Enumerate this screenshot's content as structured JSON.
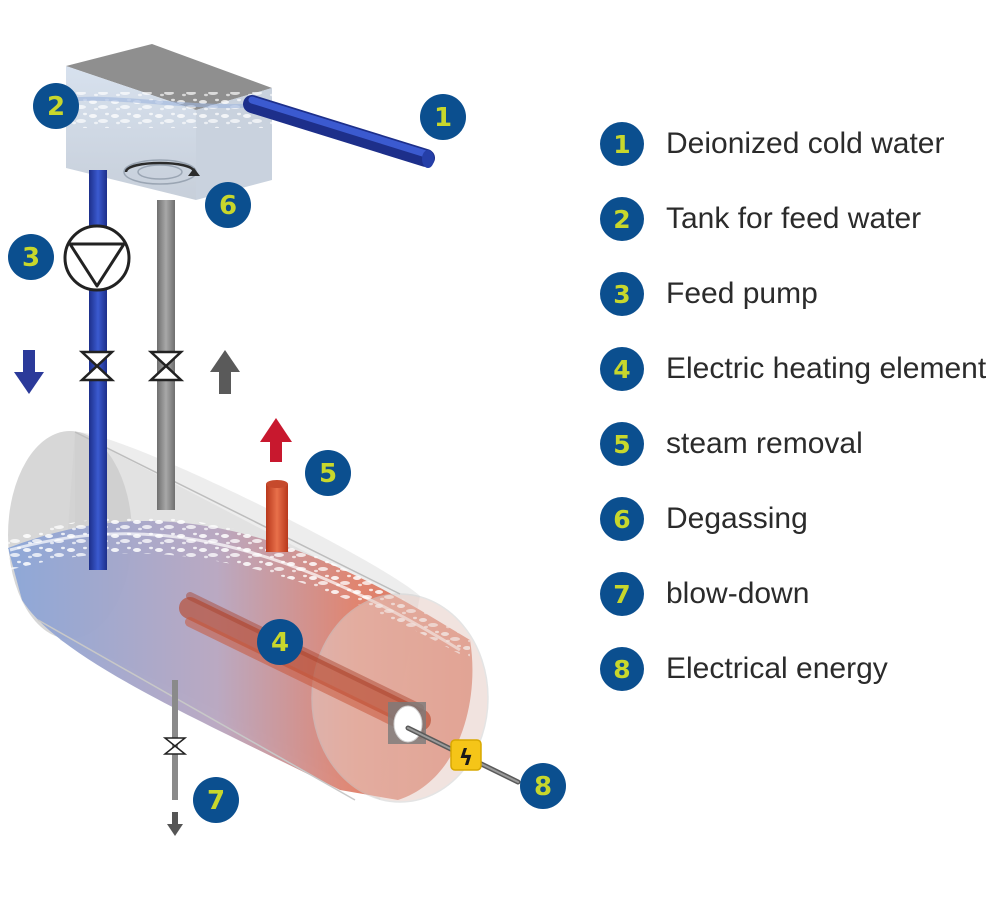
{
  "colors": {
    "badge_fill": "#0b4f8f",
    "badge_text": "#c8d72c",
    "cold_water": "#2a49b8",
    "steam": "#d2502b",
    "return_pipe": "#8a8a8a",
    "hazard": "#f5c518"
  },
  "icons": {
    "pump": "pump-symbol-icon",
    "valve": "valve-icon",
    "rotation": "rotation-arrow-icon",
    "hazard": "electrical-hazard-icon",
    "arrow_down": "arrow-down-icon",
    "arrow_up": "arrow-up-icon"
  },
  "diagram": {
    "markers": {
      "m1": "1",
      "m2": "2",
      "m3": "3",
      "m4": "4",
      "m5": "5",
      "m6": "6",
      "m7": "7",
      "m8": "8"
    },
    "hazard_symbol": "ϟ"
  },
  "legend": [
    {
      "num": "1",
      "label": "Deionized cold water"
    },
    {
      "num": "2",
      "label": "Tank for feed water"
    },
    {
      "num": "3",
      "label": "Feed pump"
    },
    {
      "num": "4",
      "label": "Electric heating element"
    },
    {
      "num": "5",
      "label": "steam removal"
    },
    {
      "num": "6",
      "label": "Degassing"
    },
    {
      "num": "7",
      "label": "blow-down"
    },
    {
      "num": "8",
      "label": "Electrical energy"
    }
  ]
}
